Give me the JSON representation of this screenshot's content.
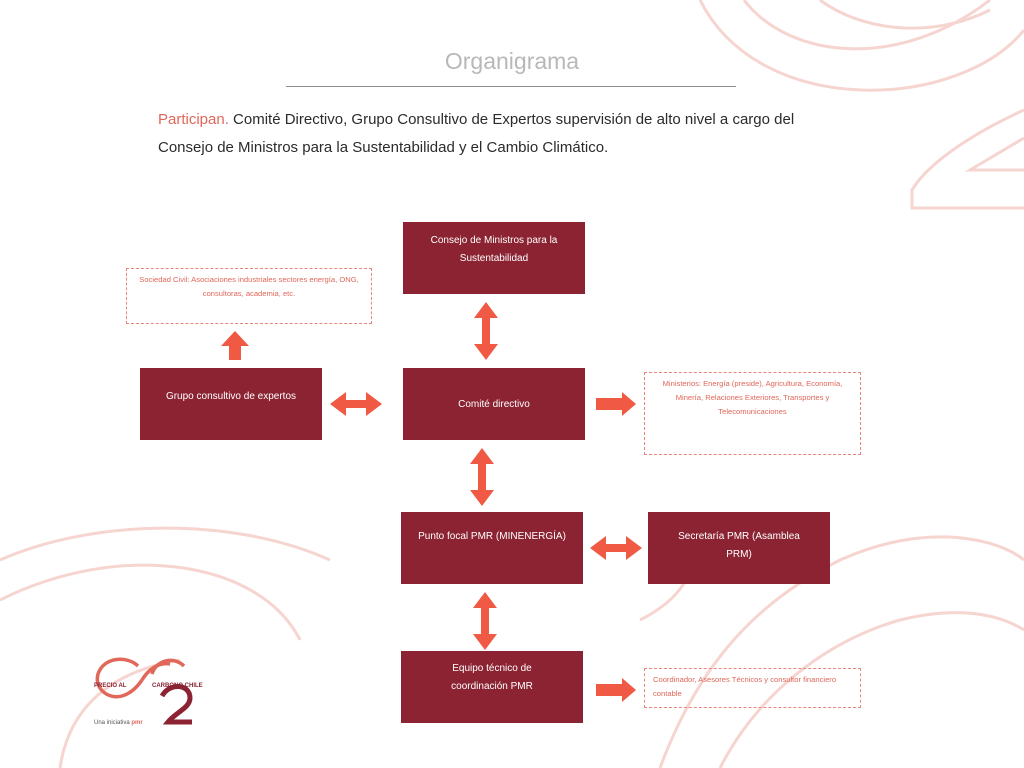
{
  "slide": {
    "title": "Organigrama",
    "intro_lead": "Participan.",
    "intro_text": " Comité Directivo, Grupo Consultivo de Expertos supervisión de alto nivel a cargo del Consejo de Ministros para la Sustentabilidad y el Cambio Climático."
  },
  "org": {
    "consejo": "Consejo de Ministros para la Sustentabilidad",
    "comite": "Comité directivo",
    "grupo": "Grupo consultivo de expertos",
    "punto_focal": "Punto focal PMR (MINENERGÍA)",
    "secretaria": "Secretaría PMR (Asamblea PRM)",
    "equipo": "Equipo técnico de coordinación PMR"
  },
  "notes": {
    "sociedad_civil": "Sociedad Civil: Asociaciones industriales sectores energía, ONG, consultoras, academia, etc.",
    "ministerios": "Ministerios: Energía (preside), Agricultura, Economía, Minería, Relaciones Exteriores, Transportes y Telecomunicaciones",
    "coordinador": "Coordinador, Asesores Técnicos y consultor financiero contable"
  },
  "logo": {
    "left_text": "PRECIO AL",
    "right_text": "CARBONO CHILE",
    "tagline": "Una iniciativa",
    "tagline_brand": "pmr"
  },
  "colors": {
    "box_fill": "#8b2332",
    "arrow_fill": "#f05a45",
    "note_border": "#e8867b",
    "accent_text": "#e0675a",
    "decor": "#f6d4cf"
  }
}
